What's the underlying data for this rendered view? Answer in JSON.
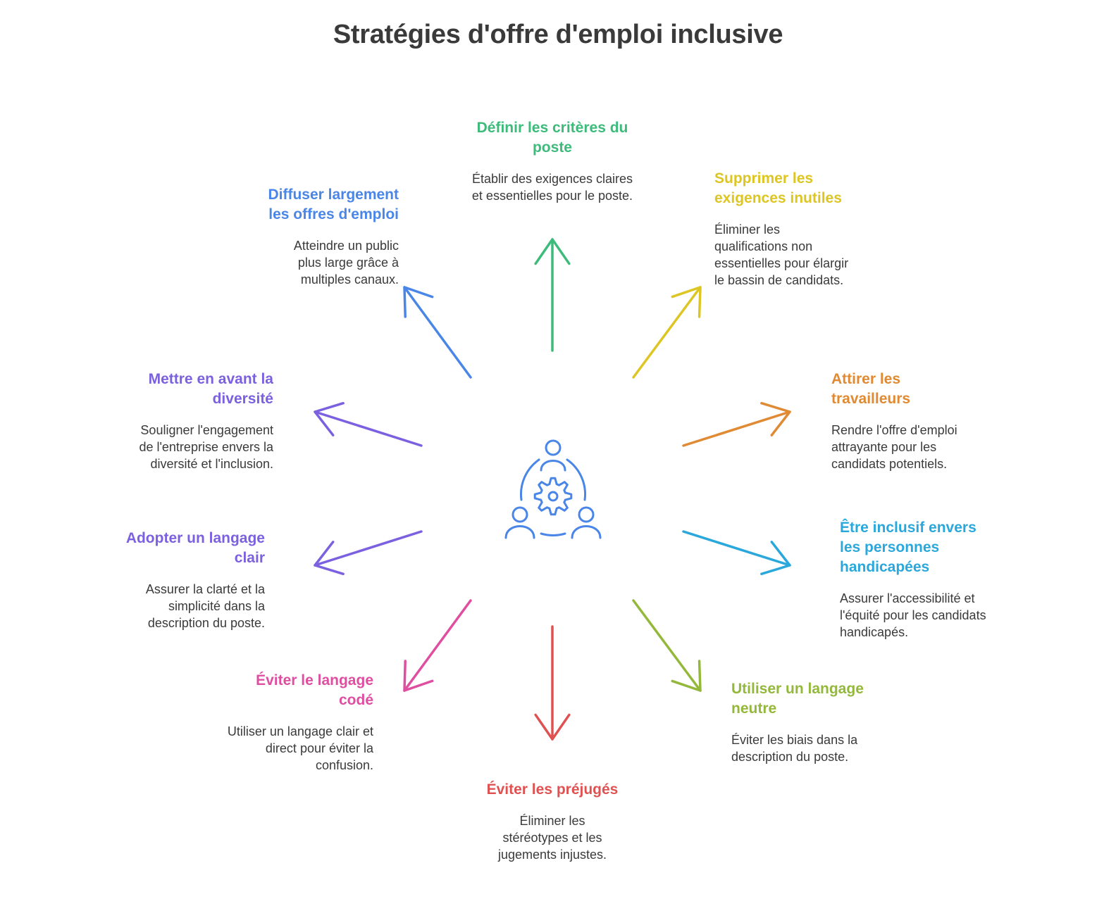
{
  "title": "Stratégies d'offre d'emploi inclusive",
  "center": {
    "icon": "team-collaboration-gear-icon",
    "color": "#4a86e8"
  },
  "items": [
    {
      "id": "criteres",
      "heading": "Définir les critères du poste",
      "description": "Établir des exigences claires et essentielles pour le poste.",
      "color": "#3dbb7a"
    },
    {
      "id": "supprimer",
      "heading": "Supprimer les exigences inutiles",
      "description": "Éliminer les qualifications non essentielles pour élargir le bassin de candidats.",
      "color": "#ddc624"
    },
    {
      "id": "attirer",
      "heading": "Attirer les travailleurs",
      "description": "Rendre l'offre d'emploi attrayante pour les candidats potentiels.",
      "color": "#e08a34"
    },
    {
      "id": "inclusif",
      "heading": "Être inclusif envers les personnes handicapées",
      "description": "Assurer l'accessibilité et l'équité pour les candidats handicapés.",
      "color": "#2aa8dc"
    },
    {
      "id": "neutre",
      "heading": "Utiliser un langage neutre",
      "description": "Éviter les biais dans la description du poste.",
      "color": "#93b83a"
    },
    {
      "id": "prejuges",
      "heading": "Éviter les préjugés",
      "description": "Éliminer les stéréotypes et les jugements injustes.",
      "color": "#e05252"
    },
    {
      "id": "code",
      "heading": "Éviter le langage codé",
      "description": "Utiliser un langage clair et direct pour éviter la confusion.",
      "color": "#df4ea0"
    },
    {
      "id": "clair",
      "heading": "Adopter un langage clair",
      "description": "Assurer la clarté et la simplicité dans la description du poste.",
      "color": "#7b61e0"
    },
    {
      "id": "diversite",
      "heading": "Mettre en avant la diversité",
      "description": "Souligner l'engagement de l'entreprise envers la diversité et l'inclusion.",
      "color": "#7b61e0"
    },
    {
      "id": "diffuser",
      "heading": "Diffuser largement les offres d'emploi",
      "description": "Atteindre un public plus large grâce à multiples canaux.",
      "color": "#4a86e8"
    }
  ]
}
